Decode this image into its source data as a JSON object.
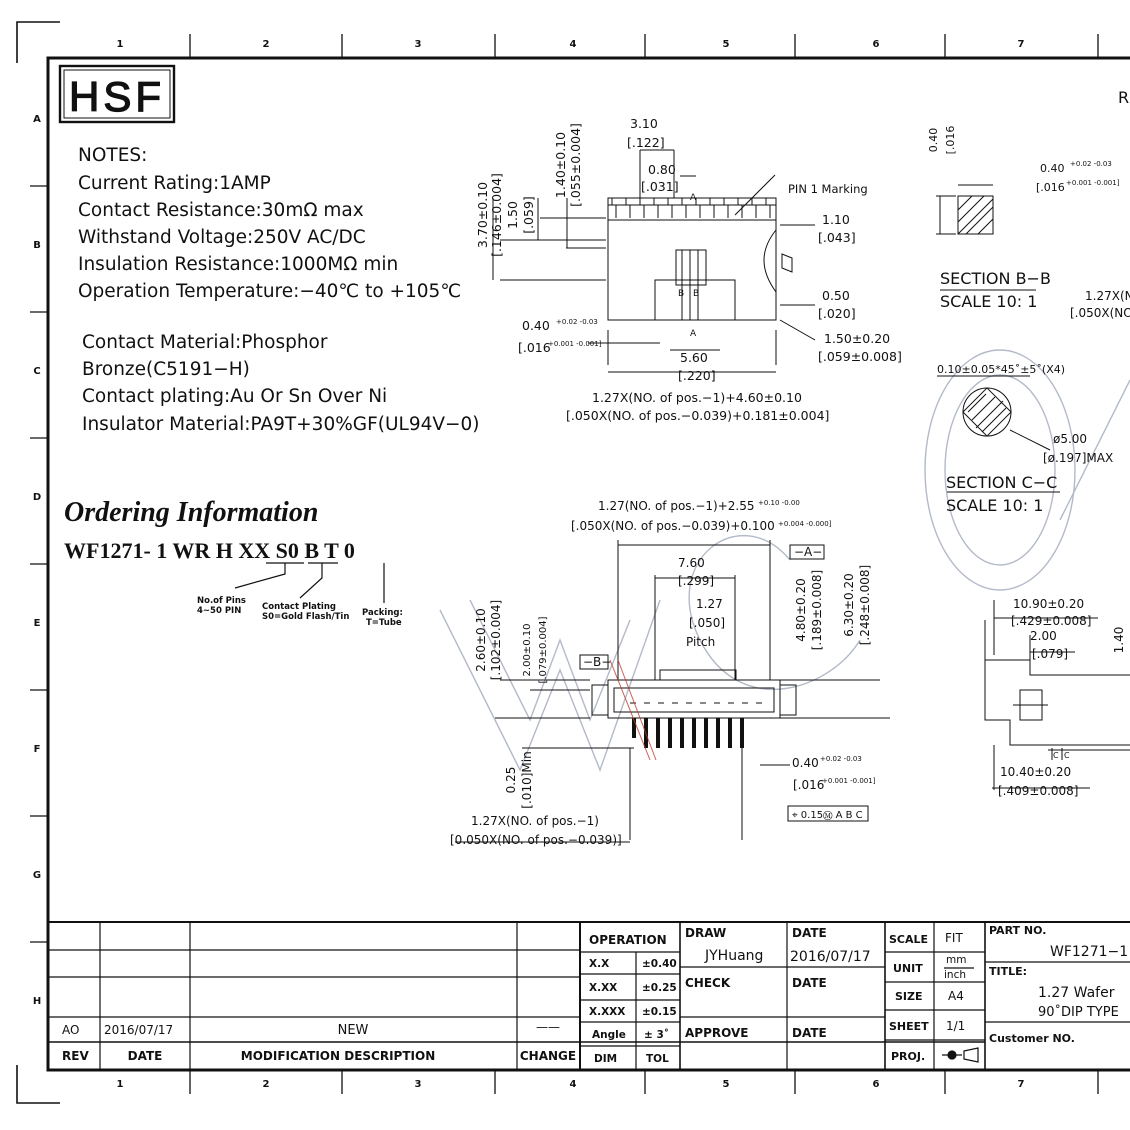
{
  "border": {
    "columns": [
      "1",
      "2",
      "3",
      "4",
      "5",
      "6",
      "7"
    ],
    "rows": [
      "A",
      "B",
      "C",
      "D",
      "E",
      "F",
      "G",
      "H"
    ]
  },
  "logo": {
    "text": "HSF"
  },
  "corner_fragment": "R",
  "notes": {
    "heading": "NOTES:",
    "lines": [
      "Current Rating:1AMP",
      "Contact Resistance:30mΩ max",
      "Withstand Voltage:250V AC/DC",
      "Insulation Resistance:1000MΩ min",
      "Operation Temperature:−40℃ to +105℃"
    ],
    "material_lines": [
      "Contact Material:Phosphor",
      "Bronze(C5191−H)",
      "Contact plating:Au Or Sn Over Ni",
      "Insulator Material:PA9T+30%GF(UL94V−0)"
    ]
  },
  "ordering": {
    "title": "Ordering Information",
    "code": "WF1271- 1 WR H XX S0 B T 0",
    "legend": {
      "pins_1": "No.of Pins",
      "pins_2": "4~50 PIN",
      "plating_1": "Contact Plating",
      "plating_2": "S0=Gold Flash/Tin",
      "packing_1": "Packing:",
      "packing_2": "T=Tube"
    }
  },
  "top_view": {
    "d_370": "3.70±0.10",
    "d_370_in": "[.146±0.004]",
    "d_150": "1.50",
    "d_150_in": "[.059]",
    "d_140": "1.40±0.10",
    "d_140_in": "[.055±0.004]",
    "d_310": "3.10",
    "d_310_in": "[.122]",
    "d_080": "0.80",
    "d_080_in": "[.031]",
    "pin1": "PIN 1 Marking",
    "d_110": "1.10",
    "d_110_in": "[.043]",
    "d_050": "0.50",
    "d_050_in": "[.020]",
    "d_150b": "1.50±0.20",
    "d_150b_in": "[.059±0.008]",
    "d_040": "0.40",
    "d_040_tol": "+0.02 -0.03",
    "d_016_in": "[.016",
    "d_016_tol": "+0.001 -0.001]",
    "d_560": "5.60",
    "d_560_in": "[.220]",
    "formula": "1.27X(NO. of pos.−1)+4.60±0.10",
    "formula_in": "[.050X(NO. of pos.−0.039)+0.181±0.004]",
    "sec_a": "A",
    "sec_b": "B"
  },
  "section_bb": {
    "v1": "0.40",
    "v1_tol": "+0.02 -0.03",
    "v2": "[.016",
    "v2_tol": "+0.001 -0.001]",
    "h1": "0.40",
    "h1_tol": "+0.02 -0.03",
    "h2": "[.016",
    "h2_tol": "+0.001 -0.001]",
    "title": "SECTION  B−B",
    "scale": "SCALE  10: 1",
    "frag_1": "1.27X(N",
    "frag_2": "[.050X(NO"
  },
  "section_cc": {
    "chamfer": "0.10±0.05*45˚±5˚(X4)",
    "dia": "ø5.00",
    "dia_in": "[ø.197]MAX",
    "title": "SECTION  C−C",
    "scale": "SCALE  10: 1"
  },
  "front_view": {
    "formula": "1.27(NO. of pos.−1)+2.55",
    "formula_tol": "+0.10 -0.00",
    "formula_in": "[.050X(NO. of pos.−0.039)+0.100",
    "formula_in_tol": "+0.004 -0.000]",
    "datum_a": "−A−",
    "datum_b": "−B−",
    "d_760": "7.60",
    "d_760_in": "[.299]",
    "pitch_v": "1.27",
    "pitch_in": "[.050]",
    "pitch_label": "Pitch",
    "d_480": "4.80±0.20",
    "d_480_in": "[.189±0.008]",
    "d_630": "6.30±0.20",
    "d_630_in": "[.248±0.008]",
    "d_260": "2.60±0.10",
    "d_260_in": "[.102±0.004]",
    "d_200": "2.00±0.10",
    "d_200_in": "[.079±0.004]",
    "d_025": "0.25",
    "d_025_in": "[.010]Min",
    "d_040": "0.40",
    "d_040_tol": "+0.02 -0.03",
    "d_016_in": "[.016",
    "d_016_tol": "+0.001 -0.001]",
    "fcf": "⌖ 0.15Ⓜ A B C",
    "bottom_formula": "1.27X(NO. of pos.−1)",
    "bottom_formula_in": "[0.050X(NO. of pos.−0.039)]"
  },
  "side_view": {
    "d_1090": "10.90±0.20",
    "d_1090_in": "[.429±0.008]",
    "d_200": "2.00",
    "d_200_in": "[.079]",
    "d_140": "1.40",
    "d_1040": "10.40±0.20",
    "d_1040_in": "[.409±0.008]",
    "sec_c": "C"
  },
  "watermark": "WCON",
  "title_block": {
    "rev_rows": [
      {
        "rev": "AO",
        "date": "2016/07/17",
        "desc": "NEW",
        "change": "——"
      }
    ],
    "rev_header": {
      "rev": "REV",
      "date": "DATE",
      "desc": "MODIFICATION  DESCRIPTION",
      "change": "CHANGE"
    },
    "tolerance": {
      "title": "OPERATION",
      "rows": [
        {
          "k": "X.X",
          "v": "±0.40"
        },
        {
          "k": "X.XX",
          "v": "±0.25"
        },
        {
          "k": "X.XXX",
          "v": "±0.15"
        },
        {
          "k": "Angle",
          "v": "± 3˚"
        }
      ],
      "dim": "DIM",
      "tol": "TOL"
    },
    "draw_label": "DRAW",
    "draw_name": "JYHuang",
    "date_label": "DATE",
    "draw_date": "2016/07/17",
    "check_label": "CHECK",
    "check_date_label": "DATE",
    "approve_label": "APPROVE",
    "approve_date_label": "DATE",
    "scale_label": "SCALE",
    "scale_val": "FIT",
    "unit_label": "UNIT",
    "unit_val_1": "mm",
    "unit_val_2": "inch",
    "size_label": "SIZE",
    "size_val": "A4",
    "sheet_label": "SHEET",
    "sheet_val": "1/1",
    "proj_label": "PROJ.",
    "part_label": "PART NO.",
    "part_val": "WF1271−1",
    "title_label": "TITLE:",
    "title_1": "1.27  Wafer",
    "title_2": "90˚DIP TYPE",
    "customer_label": "Customer NO."
  }
}
